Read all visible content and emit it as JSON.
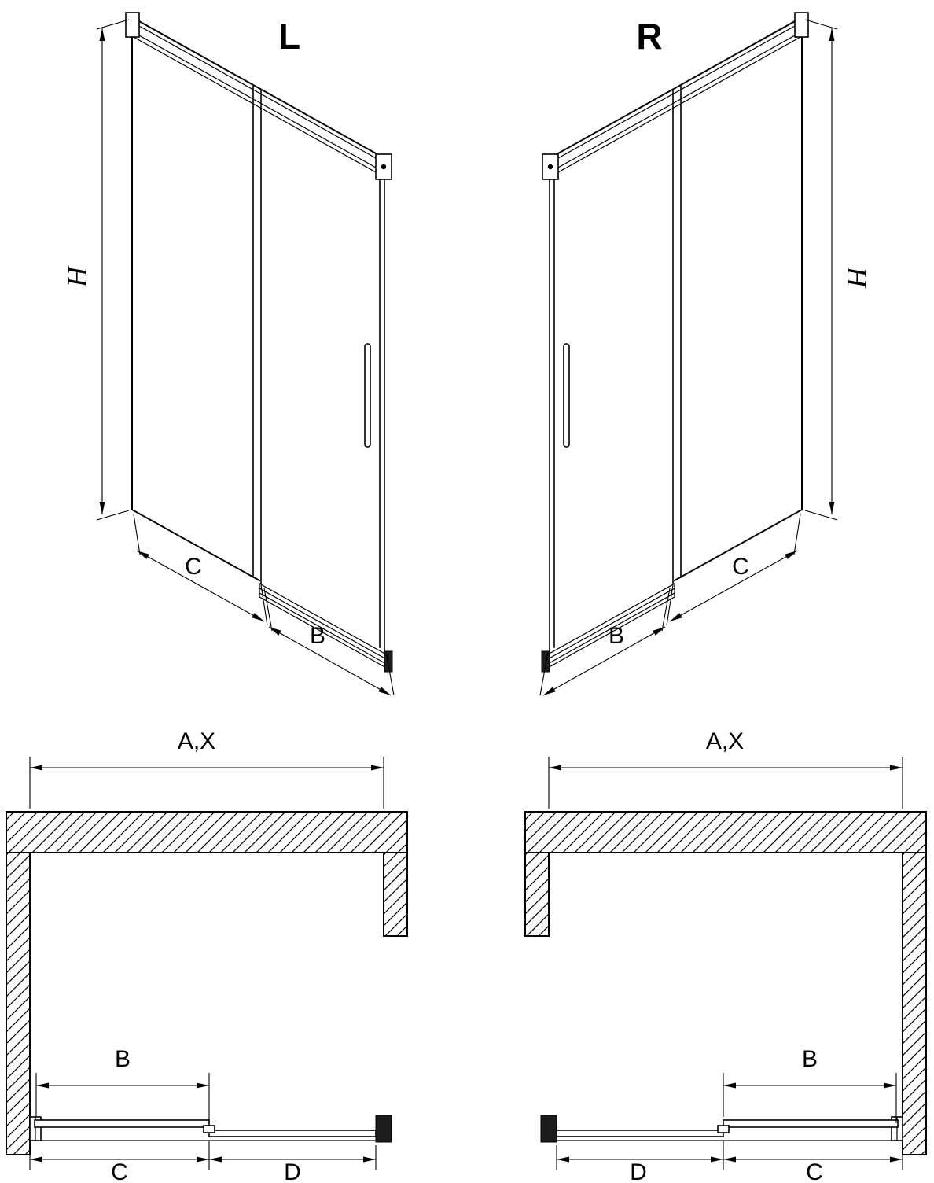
{
  "drawing": {
    "background": "#ffffff",
    "line_color": "#000000"
  },
  "iso_left": {
    "title": "L",
    "height_label": "H",
    "fixed_width_label": "C",
    "door_width_label": "B"
  },
  "iso_right": {
    "title": "R",
    "height_label": "H",
    "fixed_width_label": "C",
    "door_width_label": "B"
  },
  "plan_left": {
    "total_width_label": "A,X",
    "door_label": "B",
    "bottom_left_label": "C",
    "bottom_right_label": "D"
  },
  "plan_right": {
    "total_width_label": "A,X",
    "door_label": "B",
    "bottom_left_label": "D",
    "bottom_right_label": "C"
  }
}
